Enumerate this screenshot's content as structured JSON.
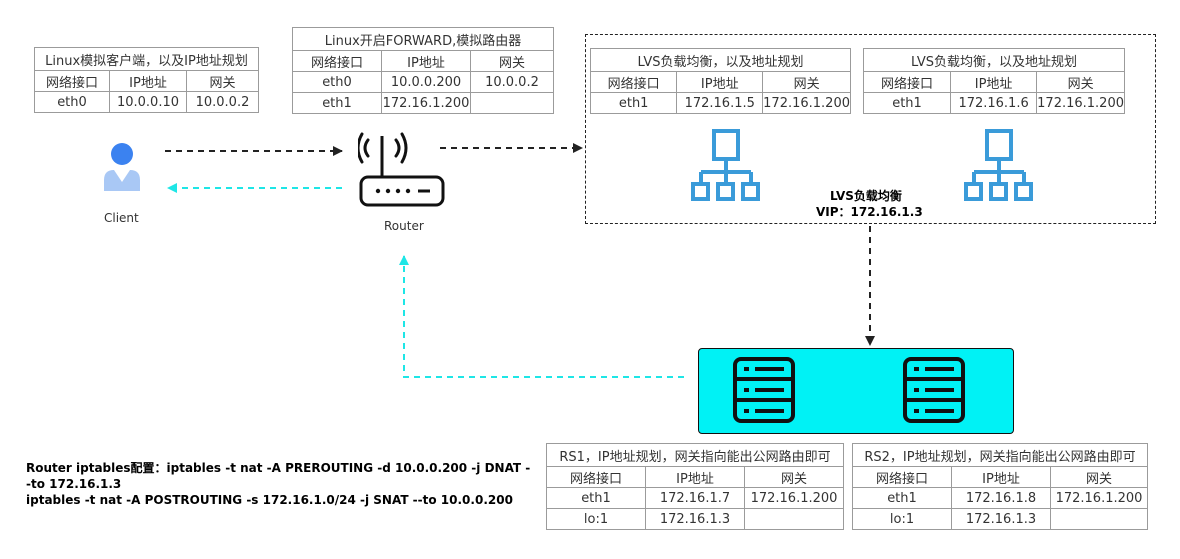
{
  "colors": {
    "black_arrow": "#222222",
    "cyan_arrow": "#1ee6e6",
    "client_icon": "#3b82f0",
    "network_icon": "#3a9bd9",
    "rs_box": "#00f2f5"
  },
  "client": {
    "icon": "user-icon",
    "label": "Client",
    "table": {
      "title": "Linux模拟客户端，以及IP地址规划",
      "headers": [
        "网络接口",
        "IP地址",
        "网关"
      ],
      "rows": [
        [
          "eth0",
          "10.0.0.10",
          "10.0.0.2"
        ]
      ]
    }
  },
  "router": {
    "icon": "router-icon",
    "label": "Router",
    "table": {
      "title": "Linux开启FORWARD,模拟路由器",
      "headers": [
        "网络接口",
        "IP地址",
        "网关"
      ],
      "rows": [
        [
          "eth0",
          "10.0.0.200",
          "10.0.0.2"
        ],
        [
          "eth1",
          "172.16.1.200",
          ""
        ]
      ]
    }
  },
  "lvs": {
    "caption_line1": "LVS负载均衡",
    "caption_line2": "VIP：172.16.1.3",
    "icon": "network-topology-icon",
    "nodes": [
      {
        "title": "LVS负载均衡，以及地址规划",
        "headers": [
          "网络接口",
          "IP地址",
          "网关"
        ],
        "rows": [
          [
            "eth1",
            "172.16.1.5",
            "172.16.1.200"
          ]
        ]
      },
      {
        "title": "LVS负载均衡，以及地址规划",
        "headers": [
          "网络接口",
          "IP地址",
          "网关"
        ],
        "rows": [
          [
            "eth1",
            "172.16.1.6",
            "172.16.1.200"
          ]
        ]
      }
    ]
  },
  "real_servers": {
    "icon": "server-icon",
    "tables": [
      {
        "title": "RS1，IP地址规划，网关指向能出公网路由即可",
        "headers": [
          "网络接口",
          "IP地址",
          "网关"
        ],
        "rows": [
          [
            "eth1",
            "172.16.1.7",
            "172.16.1.200"
          ],
          [
            "lo:1",
            "172.16.1.3",
            ""
          ]
        ]
      },
      {
        "title": "RS2，IP地址规划，网关指向能出公网路由即可",
        "headers": [
          "网络接口",
          "IP地址",
          "网关"
        ],
        "rows": [
          [
            "eth1",
            "172.16.1.8",
            "172.16.1.200"
          ],
          [
            "lo:1",
            "172.16.1.3",
            ""
          ]
        ]
      }
    ]
  },
  "iptables": {
    "line1": "Router iptables配置：iptables -t nat -A PREROUTING -d 10.0.0.200 -j DNAT -",
    "line2": "-to 172.16.1.3",
    "line3": "iptables -t nat -A POSTROUTING -s 172.16.1.0/24 -j SNAT --to 10.0.0.200"
  }
}
